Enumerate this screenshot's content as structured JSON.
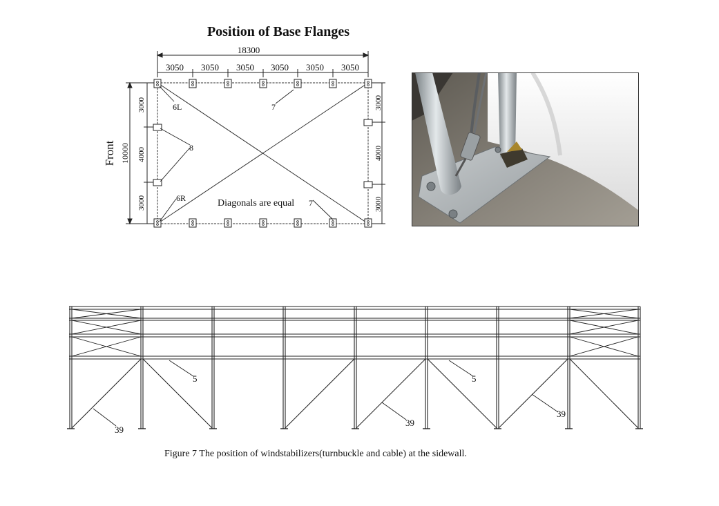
{
  "plan": {
    "title": "Position of Base Flanges",
    "overall_length": "18300",
    "bay_widths": [
      "3050",
      "3050",
      "3050",
      "3050",
      "3050",
      "3050"
    ],
    "left_dims": [
      "3000",
      "4000",
      "3000"
    ],
    "right_dims": [
      "3000",
      "4000",
      "3000"
    ],
    "overall_depth": "10000",
    "side_label": "Front",
    "labels": {
      "six_l": "6L",
      "six_r": "6R",
      "seven_top": "7",
      "seven_bottom": "7",
      "eight": "8"
    },
    "note": "Diagonals are equal"
  },
  "elevation": {
    "labels": {
      "five_left": "5",
      "five_right": "5",
      "thirtynine_left": "39",
      "thirtynine_mid": "39",
      "thirtynine_right": "39"
    }
  },
  "caption": "Figure 7  The position of windstabilizers(turnbuckle and cable) at the sidewall."
}
